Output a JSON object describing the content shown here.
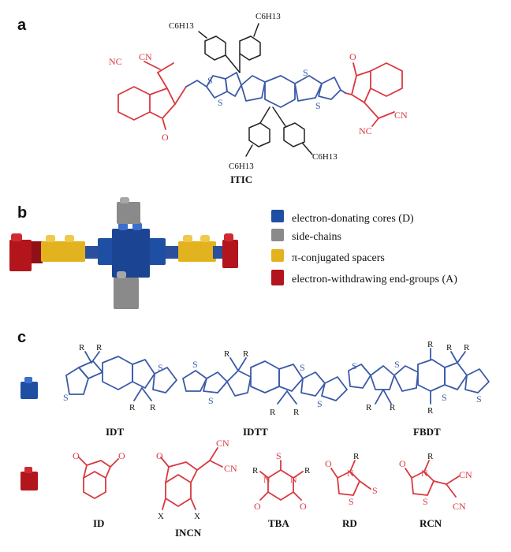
{
  "panels": {
    "a": "a",
    "b": "b",
    "c": "c"
  },
  "panel_a": {
    "molecule_name": "ITIC",
    "alkyl": "C6H13",
    "cyano_left": "NC",
    "cyano_right": "CN",
    "oxygen": "O",
    "sulfur": "S"
  },
  "panel_b": {
    "legend": [
      {
        "label": "electron-donating cores (D)",
        "color": "#1f4fa3"
      },
      {
        "label": "side-chains",
        "color": "#8a8a8a"
      },
      {
        "label": "π-conjugated spacers",
        "color": "#e2b31f"
      },
      {
        "label": "electron-withdrawing end-groups (A)",
        "color": "#b3151c"
      }
    ]
  },
  "panel_c": {
    "cores": [
      "IDT",
      "IDTT",
      "FBDT"
    ],
    "end_groups": [
      "ID",
      "INCN",
      "TBA",
      "RD",
      "RCN"
    ],
    "substituent_R": "R",
    "substituent_X": "X",
    "nitrogen": "N"
  },
  "colors": {
    "donor": "#3a5aa8",
    "acceptor": "#d9383f"
  }
}
